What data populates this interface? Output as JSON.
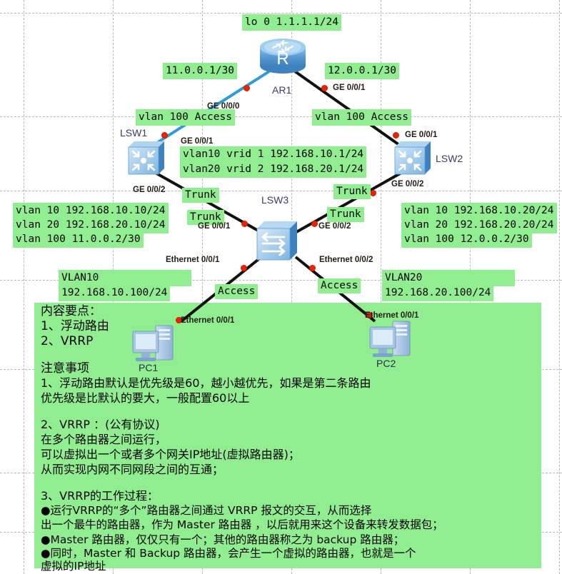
{
  "diagram": {
    "title": "VRRP and Floating Route Network Topology",
    "colors": {
      "highlight": "#90ee90",
      "link_blue": "#2e9bd6",
      "link_black": "#111111",
      "dot_red": "#ee2200",
      "device_blue": "#5b9bd5",
      "grid": "#b9b9b9"
    }
  },
  "devices": [
    {
      "id": "ar1",
      "label": "AR1",
      "type": "router"
    },
    {
      "id": "lsw1",
      "label": "LSW1",
      "type": "switch-l3"
    },
    {
      "id": "lsw2",
      "label": "LSW2",
      "type": "switch-l3"
    },
    {
      "id": "lsw3",
      "label": "LSW3",
      "type": "switch-l2"
    },
    {
      "id": "pc1",
      "label": "PC1",
      "type": "pc"
    },
    {
      "id": "pc2",
      "label": "PC2",
      "type": "pc"
    }
  ],
  "annotations": {
    "router_loopback": "lo 0 1.1.1.1/24",
    "ar1_left_ip": "11.0.0.1/30",
    "ar1_right_ip": "12.0.0.1/30",
    "vlan100_access_left": "vlan 100 Access",
    "vlan100_access_right": "vlan 100 Access",
    "vrrp_line1": "vlan10 vrid 1 192.168.10.1/24",
    "vrrp_line2": "vlan20 vrid 2 192.168.20.1/24",
    "lsw1_block_line1": "vlan 10 192.168.10.10/24",
    "lsw1_block_line2": "vlan 20 192.168.20.10/24",
    "lsw1_block_line3": "vlan 100 11.0.0.2/30",
    "lsw2_block_line1": "vlan 10 192.168.10.20/24",
    "lsw2_block_line2": "vlan 20 192.168.20.20/24",
    "lsw2_block_line3": "vlan 100 12.0.0.2/30",
    "trunk_a": "Trunk",
    "trunk_b": "Trunk",
    "trunk_c": "Trunk",
    "trunk_d": "Trunk",
    "access_left": "Access",
    "access_right": "Access",
    "vlan10_name": "VLAN10",
    "vlan10_ip": "192.168.10.100/24",
    "vlan20_name": "VLAN20",
    "vlan20_ip": "192.168.20.100/24"
  },
  "ports": {
    "ar1_ge000": "GE 0/0/0",
    "ar1_ge001": "GE 0/0/1",
    "lsw1_ge001": "GE 0/0/1",
    "lsw1_ge002": "GE 0/0/2",
    "lsw2_ge001": "GE 0/0/1",
    "lsw2_ge002": "GE 0/0/2",
    "lsw3_ge001": "GE 0/0/1",
    "lsw3_ge002": "GE 0/0/2",
    "lsw3_eth001": "Ethernet 0/0/1",
    "lsw3_eth002": "Ethernet 0/0/2",
    "pc1_eth001": "Ethernet 0/0/1",
    "pc2_eth001": "Ethernet 0/0/1"
  },
  "notes": {
    "heading": "内容要点：",
    "item1": "1、浮动路由",
    "item2": "2、VRRP",
    "caution_heading": "注意事项",
    "caution_1_line1": "1、浮动路由默认是优先级是60，越小越优先，如果是第二条路由",
    "caution_1_line2": "优先级是比默认的要大，一般配置60以上",
    "vrrp_heading": "2、VRRP ：(公有协议)",
    "vrrp_line1": "在多个路由器之间运行，",
    "vrrp_line2": "可以虚拟出一个或者多个网关IP地址(虚拟路由器)；",
    "vrrp_line3": "从而实现内网不同网段之间的互通；",
    "process_heading": "3、VRRP的工作过程：",
    "process_1_line1": "●运行VRRP的“多个”路由器之间通过 VRRP 报文的交互，从而选择",
    "process_1_line2": "出一个最牛的路由器，作为 Master 路由器 ，以后就用来这个设备来转发数据包；",
    "process_2": "●Master 路由器，仅仅只有一个；其他的路由器称之为 backup 路由器；",
    "process_3_line1": "●同时，Master 和 Backup 路由器，会产生一个虚拟的路由器，也就是一个",
    "process_3_line2": "虚拟的IP地址"
  }
}
